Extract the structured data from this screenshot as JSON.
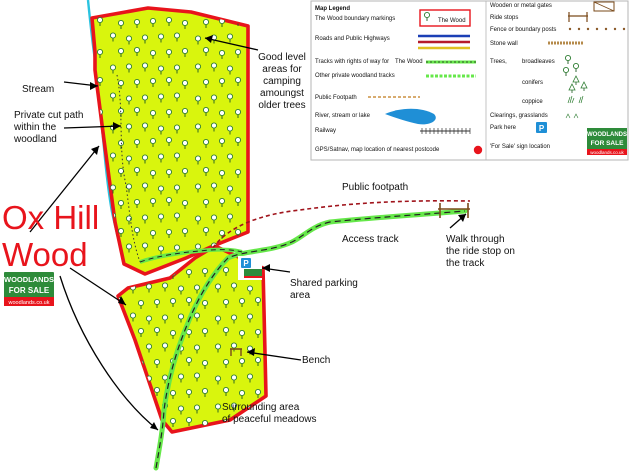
{
  "title_line1": "Ox Hill",
  "title_line2": "Wood",
  "logo": {
    "line1": "WOODLANDS",
    "line2": "FOR SALE",
    "url": "woodlands.co.uk"
  },
  "parking_letter": "P",
  "labels": {
    "stream": "Stream",
    "private_path": [
      "Private cut path",
      "within the",
      "woodland"
    ],
    "camping": [
      "Good level",
      "areas for",
      "camping",
      "amoungst",
      "older trees"
    ],
    "public_footpath": "Public footpath",
    "access_track": "Access track",
    "walk_through": [
      "Walk through",
      "the ride stop on",
      "the track"
    ],
    "shared_parking": [
      "Shared parking",
      "area"
    ],
    "bench": "Bench",
    "meadows": [
      "Surrounding area",
      "of peaceful meadows"
    ]
  },
  "legend": {
    "title": "Map Legend",
    "left": [
      {
        "label": "The Wood boundary markings",
        "sample": "boundary",
        "inner": "The Wood"
      },
      {
        "label": "Roads and Public Highways",
        "sample": "roads"
      },
      {
        "label": "Tracks with rights of way for",
        "sample": "track-row",
        "inner": "The Wood"
      },
      {
        "label": "Other private woodland tracks",
        "sample": "private-track"
      },
      {
        "label": "Public Footpath",
        "sample": "footpath"
      },
      {
        "label": "River, stream or lake",
        "sample": "river"
      },
      {
        "label": "Railway",
        "sample": "railway"
      },
      {
        "label": "GPS/Satnav, map location of nearest postcode",
        "sample": "gps"
      }
    ],
    "right": [
      {
        "label": "Wooden or metal gates",
        "sample": "gate"
      },
      {
        "label": "Ride stops",
        "sample": "ride-stop"
      },
      {
        "label": "Fence or boundary posts",
        "sample": "posts"
      },
      {
        "label": "Stone wall",
        "sample": "wall"
      },
      {
        "label": "Trees,",
        "sample": "none"
      },
      {
        "label": "broadleaves",
        "sample": "broadleaf"
      },
      {
        "label": "conifers",
        "sample": "conifer"
      },
      {
        "label": "coppice",
        "sample": "coppice"
      },
      {
        "label": "Clearings, grasslands",
        "sample": "grass"
      },
      {
        "label": "Park here",
        "sample": "parking"
      },
      {
        "label": "'For Sale'  sign location",
        "sample": "sale-sign"
      }
    ]
  },
  "colors": {
    "woodland": "#d9f50d",
    "boundary": "#e8141c",
    "stream": "#2ac3e0",
    "track": "#66e84a",
    "tree": "#2e7d32",
    "footpath": "#a0141c",
    "logo_green": "#2e8b3a",
    "parking_blue": "#1f8fd6"
  }
}
